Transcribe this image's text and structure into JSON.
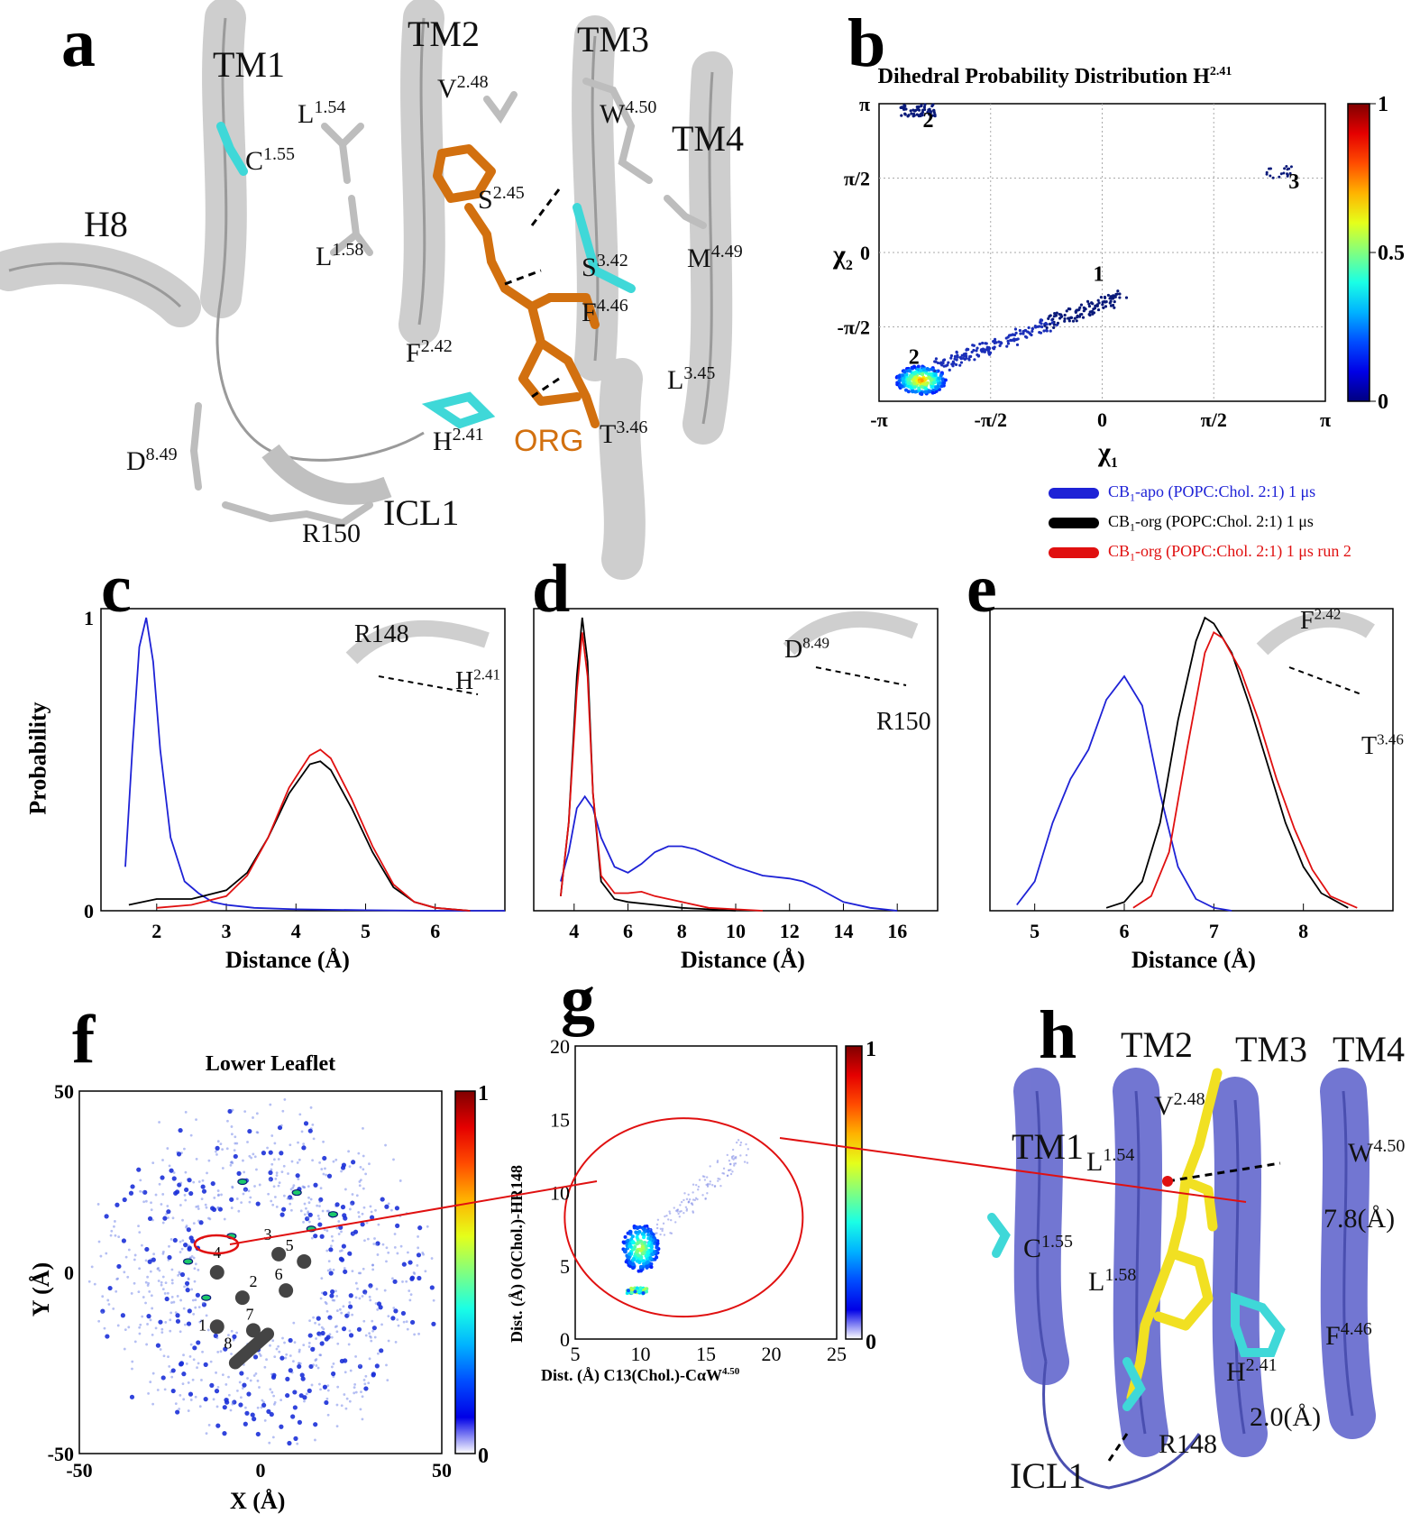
{
  "panels": {
    "a": {
      "letter": "a",
      "labels": {
        "tm1": "TM1",
        "tm2": "TM2",
        "tm3": "TM3",
        "tm4": "TM4",
        "h8": "H8",
        "icl1": "ICL1",
        "r150": "R150",
        "org": "ORG",
        "l154": "L",
        "l154_sup": "1.54",
        "c155": "C",
        "c155_sup": "1.55",
        "l158": "L",
        "l158_sup": "1.58",
        "v248": "V",
        "v248_sup": "2.48",
        "s245": "S",
        "s245_sup": "2.45",
        "w450": "W",
        "w450_sup": "4.50",
        "s342": "S",
        "s342_sup": "3.42",
        "m449": "M",
        "m449_sup": "4.49",
        "f446": "F",
        "f446_sup": "4.46",
        "f242": "F",
        "f242_sup": "2.42",
        "l345": "L",
        "l345_sup": "3.45",
        "h241": "H",
        "h241_sup": "2.41",
        "t346": "T",
        "t346_sup": "3.46",
        "d849": "D",
        "d849_sup": "8.49"
      }
    },
    "b": {
      "letter": "b",
      "title": "Dihedral Probability Distribution H",
      "title_sup": "2.41",
      "xlabel": "χ",
      "xlabel_sub": "1",
      "ylabel": "χ",
      "ylabel_sub": "2",
      "colorbar_ticks": [
        "1",
        "0.5",
        "0"
      ],
      "cluster_labels": [
        "1",
        "2",
        "2",
        "3"
      ]
    },
    "legend": [
      {
        "text_pre": "CB",
        "sub": "1",
        "text_post": "-apo (POPC:Chol. 2:1) 1 μs",
        "color": "#1e22d6"
      },
      {
        "text_pre": "CB",
        "sub": "1",
        "text_post": "-org (POPC:Chol. 2:1) 1 μs",
        "color": "#000000"
      },
      {
        "text_pre": "CB",
        "sub": "1",
        "text_post": "-org (POPC:Chol. 2:1) 1 μs run 2",
        "color": "#e01010"
      }
    ],
    "c": {
      "letter": "c",
      "xlabel": "Distance (Å)",
      "ylabel": "Probability",
      "inset": {
        "r148": "R148",
        "h": "H",
        "h_sup": "2.41"
      }
    },
    "d": {
      "letter": "d",
      "xlabel": "Distance (Å)",
      "inset": {
        "d": "D",
        "d_sup": "8.49",
        "r150": "R150"
      }
    },
    "e": {
      "letter": "e",
      "xlabel": "Distance (Å)",
      "inset": {
        "f": "F",
        "f_sup": "2.42",
        "t": "T",
        "t_sup": "3.46"
      }
    },
    "f": {
      "letter": "f",
      "title": "Lower Leaflet",
      "xlabel": "X (Å)",
      "ylabel": "Y (Å)",
      "colorbar_ticks": [
        "1",
        "0"
      ],
      "helix_numbers": [
        "1",
        "2",
        "3",
        "4",
        "5",
        "6",
        "7",
        "8"
      ]
    },
    "g": {
      "letter": "g",
      "xlabel": "Dist. (Å) C13(Chol.)-CαW",
      "xlabel_sup": "4.50",
      "ylabel": "Dist. (Å) O(Chol.)-HR148",
      "colorbar_ticks": [
        "1",
        "0"
      ]
    },
    "h": {
      "letter": "h",
      "labels": {
        "tm1": "TM1",
        "tm2": "TM2",
        "tm3": "TM3",
        "tm4": "TM4",
        "icl1": "ICL1",
        "r148": "R148",
        "dist1": "7.8(Å)",
        "dist2": "2.0(Å)",
        "l154": "L",
        "l154_sup": "1.54",
        "c155": "C",
        "c155_sup": "1.55",
        "l158": "L",
        "l158_sup": "1.58",
        "v248": "V",
        "v248_sup": "2.48",
        "w450": "W",
        "w450_sup": "4.50",
        "f446": "F",
        "f446_sup": "4.46",
        "h241": "H",
        "h241_sup": "2.41"
      }
    }
  },
  "chart_data": [
    {
      "panel": "b",
      "type": "scatter",
      "title": "Dihedral Probability Distribution H2.41",
      "xlabel": "χ1",
      "ylabel": "χ2",
      "xlim": [
        -3.1416,
        3.1416
      ],
      "ylim": [
        -3.1416,
        3.1416
      ],
      "xticks": [
        "-π",
        "-π/2",
        "0",
        "π/2",
        "π"
      ],
      "yticks": [
        "π",
        "π/2",
        "0",
        "-π/2"
      ],
      "grid": true,
      "clusters": [
        {
          "label": "1",
          "x": -0.2,
          "y": -1.1
        },
        {
          "label": "2",
          "x": -2.6,
          "y": -2.6
        },
        {
          "label": "2",
          "x": -2.6,
          "y": 3.0
        },
        {
          "label": "3",
          "x": 2.55,
          "y": 1.7
        }
      ]
    },
    {
      "panel": "c",
      "type": "line",
      "xlabel": "Distance (Å)",
      "ylabel": "Probability",
      "xlim": [
        1.2,
        7.0
      ],
      "ylim": [
        0,
        1
      ],
      "xticks": [
        2,
        3,
        4,
        5,
        6
      ],
      "yticks": [
        0,
        1
      ],
      "series": [
        {
          "color": "#1e22d6",
          "x": [
            1.55,
            1.65,
            1.75,
            1.85,
            1.95,
            2.05,
            2.2,
            2.4,
            2.6,
            2.8,
            3.0,
            3.4,
            4.0,
            5.0,
            6.0,
            7.0
          ],
          "y": [
            0.15,
            0.55,
            0.9,
            1.0,
            0.85,
            0.55,
            0.25,
            0.1,
            0.06,
            0.03,
            0.02,
            0.01,
            0.005,
            0.002,
            0.0,
            0.0
          ]
        },
        {
          "color": "#000000",
          "x": [
            1.6,
            1.8,
            2.0,
            2.5,
            3.0,
            3.3,
            3.6,
            3.9,
            4.2,
            4.35,
            4.5,
            4.8,
            5.1,
            5.4,
            5.7,
            6.0,
            6.5
          ],
          "y": [
            0.02,
            0.03,
            0.04,
            0.04,
            0.07,
            0.13,
            0.25,
            0.4,
            0.5,
            0.51,
            0.48,
            0.35,
            0.2,
            0.08,
            0.03,
            0.01,
            0.0
          ]
        },
        {
          "color": "#e01010",
          "x": [
            2.0,
            2.5,
            3.0,
            3.3,
            3.6,
            3.9,
            4.2,
            4.35,
            4.5,
            4.8,
            5.1,
            5.4,
            5.7,
            6.0,
            6.5
          ],
          "y": [
            0.01,
            0.02,
            0.05,
            0.12,
            0.25,
            0.42,
            0.53,
            0.55,
            0.52,
            0.38,
            0.22,
            0.09,
            0.03,
            0.01,
            0.0
          ]
        }
      ]
    },
    {
      "panel": "d",
      "type": "line",
      "xlabel": "Distance (Å)",
      "xlim": [
        2.5,
        17.5
      ],
      "ylim": [
        0,
        1
      ],
      "xticks": [
        4,
        6,
        8,
        10,
        12,
        14,
        16
      ],
      "series": [
        {
          "color": "#1e22d6",
          "x": [
            3.5,
            3.8,
            4.1,
            4.4,
            4.7,
            5.0,
            5.5,
            6.0,
            6.5,
            7.0,
            7.5,
            8.0,
            8.5,
            9.0,
            10,
            11,
            12,
            12.5,
            13,
            14,
            15,
            16
          ],
          "y": [
            0.1,
            0.2,
            0.35,
            0.39,
            0.35,
            0.25,
            0.15,
            0.13,
            0.16,
            0.2,
            0.22,
            0.22,
            0.21,
            0.19,
            0.15,
            0.12,
            0.11,
            0.1,
            0.08,
            0.03,
            0.01,
            0.0
          ]
        },
        {
          "color": "#000000",
          "x": [
            3.5,
            3.8,
            4.1,
            4.3,
            4.5,
            4.7,
            5.0,
            5.5,
            6.0,
            7.0,
            8.0,
            9.0,
            10.0
          ],
          "y": [
            0.05,
            0.3,
            0.8,
            1.0,
            0.85,
            0.4,
            0.1,
            0.04,
            0.03,
            0.02,
            0.01,
            0.005,
            0.0
          ]
        },
        {
          "color": "#e01010",
          "x": [
            3.5,
            3.8,
            4.1,
            4.3,
            4.5,
            4.7,
            5.0,
            5.5,
            6.0,
            6.5,
            7.0,
            8.0,
            9.0,
            10.0,
            11.0
          ],
          "y": [
            0.05,
            0.3,
            0.75,
            0.95,
            0.8,
            0.4,
            0.12,
            0.06,
            0.06,
            0.065,
            0.05,
            0.03,
            0.01,
            0.005,
            0.0
          ]
        }
      ]
    },
    {
      "panel": "e",
      "type": "line",
      "xlabel": "Distance (Å)",
      "xlim": [
        4.5,
        9.0
      ],
      "ylim": [
        0,
        1
      ],
      "xticks": [
        5,
        6,
        7,
        8
      ],
      "series": [
        {
          "color": "#1e22d6",
          "x": [
            4.8,
            5.0,
            5.2,
            5.4,
            5.6,
            5.8,
            6.0,
            6.2,
            6.4,
            6.6,
            6.8,
            7.0,
            7.2
          ],
          "y": [
            0.02,
            0.1,
            0.3,
            0.45,
            0.55,
            0.72,
            0.8,
            0.7,
            0.4,
            0.15,
            0.04,
            0.01,
            0.0
          ]
        },
        {
          "color": "#000000",
          "x": [
            5.8,
            6.0,
            6.2,
            6.4,
            6.6,
            6.8,
            6.9,
            7.0,
            7.2,
            7.4,
            7.6,
            7.8,
            8.0,
            8.2,
            8.5
          ],
          "y": [
            0.01,
            0.03,
            0.1,
            0.3,
            0.65,
            0.92,
            1.0,
            0.98,
            0.88,
            0.7,
            0.5,
            0.3,
            0.15,
            0.06,
            0.01
          ]
        },
        {
          "color": "#e01010",
          "x": [
            6.1,
            6.3,
            6.5,
            6.7,
            6.9,
            7.0,
            7.1,
            7.3,
            7.5,
            7.7,
            7.9,
            8.1,
            8.3,
            8.6
          ],
          "y": [
            0.01,
            0.05,
            0.2,
            0.55,
            0.88,
            0.95,
            0.93,
            0.82,
            0.65,
            0.45,
            0.28,
            0.14,
            0.05,
            0.01
          ]
        }
      ]
    },
    {
      "panel": "f",
      "type": "heatmap",
      "title": "Lower Leaflet",
      "xlabel": "X (Å)",
      "ylabel": "Y (Å)",
      "xlim": [
        -50,
        50
      ],
      "ylim": [
        -50,
        50
      ],
      "xticks": [
        -50,
        0,
        50
      ],
      "yticks": [
        50,
        0,
        -50
      ]
    },
    {
      "panel": "g",
      "type": "heatmap",
      "xlabel": "Dist. (Å) C13(Chol.)-CαW4.50",
      "ylabel": "Dist. (Å) O(Chol.)-HR148",
      "xlim": [
        5,
        25
      ],
      "ylim": [
        0,
        20
      ],
      "xticks": [
        5,
        10,
        15,
        20,
        25
      ],
      "yticks": [
        0,
        5,
        10,
        15,
        20
      ]
    }
  ]
}
